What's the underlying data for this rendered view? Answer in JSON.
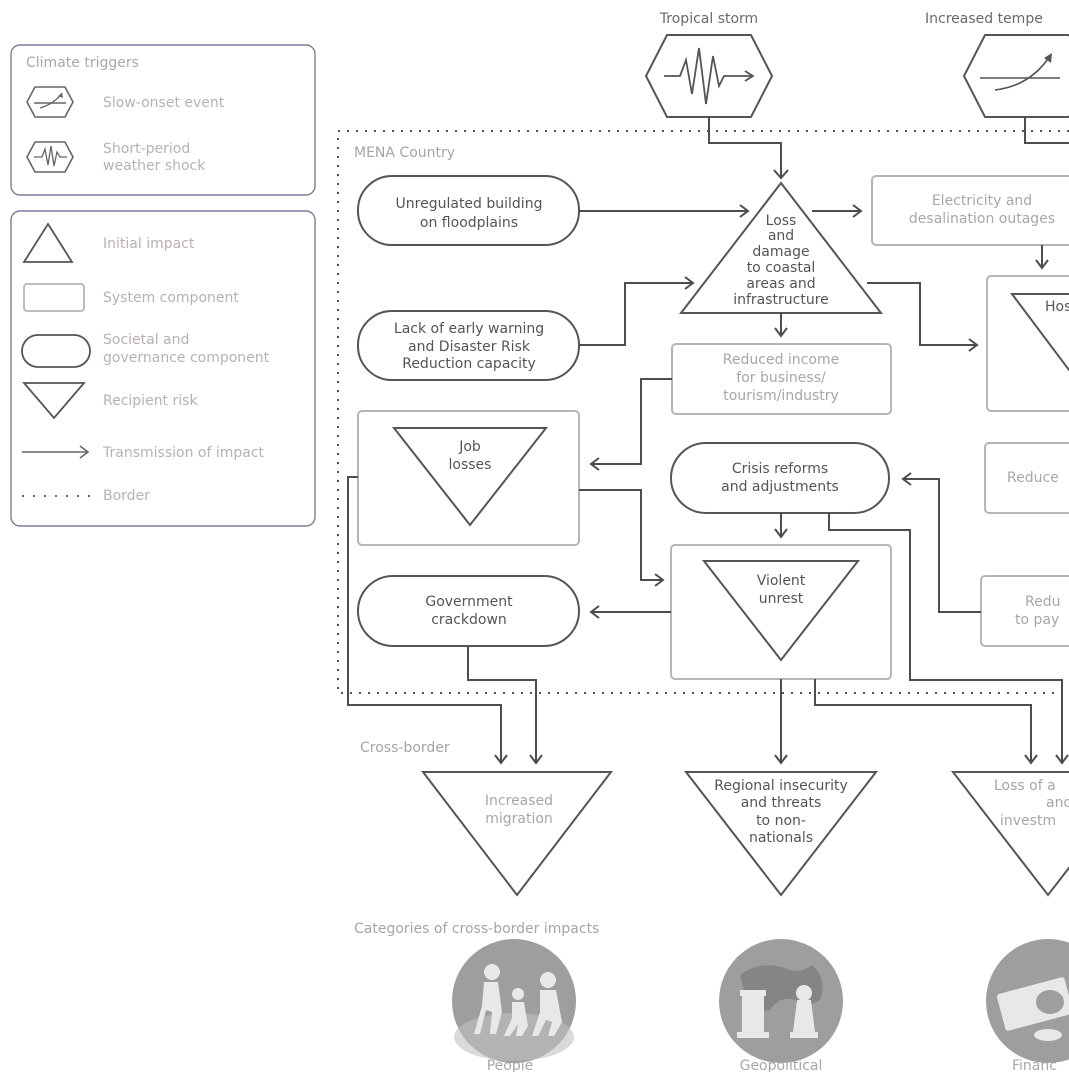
{
  "legend": {
    "climate_title": "Climate triggers",
    "slow_onset": "Slow-onset event",
    "short_period_1": "Short-period",
    "short_period_2": "weather shock",
    "initial_impact": "Initial impact",
    "system_component": "System component",
    "societal_1": "Societal and",
    "societal_2": "governance component",
    "recipient_risk": "Recipient risk",
    "transmission": "Transmission of impact",
    "border": "Border"
  },
  "triggers": {
    "tropical_storm": "Tropical storm",
    "increased_temp": "Increased tempe"
  },
  "regions": {
    "mena": "MENA Country",
    "cross_border": "Cross-border",
    "categories": "Categories of cross-border impacts"
  },
  "nodes": {
    "unregulated_1": "Unregulated building",
    "unregulated_2": "on floodplains",
    "early_warning_1": "Lack of early warning",
    "early_warning_2": "and Disaster Risk",
    "early_warning_3": "Reduction capacity",
    "loss_1": "Loss",
    "loss_2": "and",
    "loss_3": "damage",
    "loss_4": "to coastal",
    "loss_5": "areas and",
    "loss_6": "infrastructure",
    "electricity_1": "Electricity and",
    "electricity_2": "desalination outages",
    "hos": "Hos",
    "reduced_income_1": "Reduced income",
    "reduced_income_2": "for business/",
    "reduced_income_3": "tourism/industry",
    "job_losses_1": "Job",
    "job_losses_2": "losses",
    "crisis_1": "Crisis reforms",
    "crisis_2": "and adjustments",
    "reduce_right": "Reduce",
    "violent_1": "Violent",
    "violent_2": "unrest",
    "government_1": "Government",
    "government_2": "crackdown",
    "redu_1": "Redu",
    "redu_2": "to pay",
    "migration_1": "Increased",
    "migration_2": "migration",
    "regional_1": "Regional insecurity",
    "regional_2": "and threats",
    "regional_3": "to non-",
    "regional_4": "nationals",
    "loss_invest_1": "Loss of a",
    "loss_invest_2": "and",
    "loss_invest_3": "investm"
  },
  "categories": {
    "people": "People",
    "geopolitical": "Geopolitical",
    "financial": "Financ"
  },
  "colors": {
    "dark_line": "#555555",
    "light_line": "#b5b5b5",
    "icon_fill": "#9e9e9e"
  },
  "icons": [
    "slow-onset-hexagon-icon",
    "weather-shock-hexagon-icon",
    "people-icon",
    "globe-chess-icon",
    "money-icon"
  ]
}
